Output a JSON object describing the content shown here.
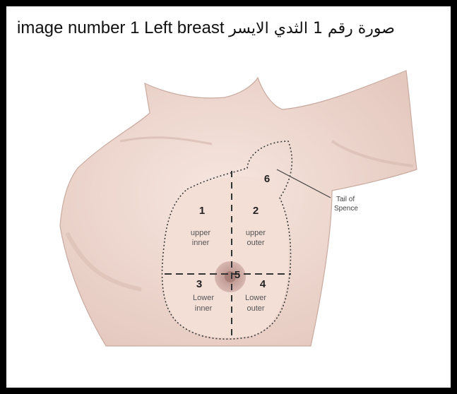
{
  "caption": {
    "english": "image number 1 Left breast",
    "arabic": "صورة رقم 1 الثدي الايسر"
  },
  "quadrants": [
    {
      "number": "1",
      "line1": "upper",
      "line2": "inner"
    },
    {
      "number": "2",
      "line1": "upper",
      "line2": "outer"
    },
    {
      "number": "3",
      "line1": "Lower",
      "line2": "inner"
    },
    {
      "number": "4",
      "line1": "Lower",
      "line2": "outer"
    },
    {
      "number": "5"
    },
    {
      "number": "6"
    }
  ],
  "callout": {
    "line1": "Tail of",
    "line2": "Spence"
  },
  "colors": {
    "skin": "#f1dcd4",
    "skin_shadow": "#d9b8ae",
    "areola": "#c9a19a",
    "outline": "#3a3a3a",
    "text": "#222222"
  }
}
